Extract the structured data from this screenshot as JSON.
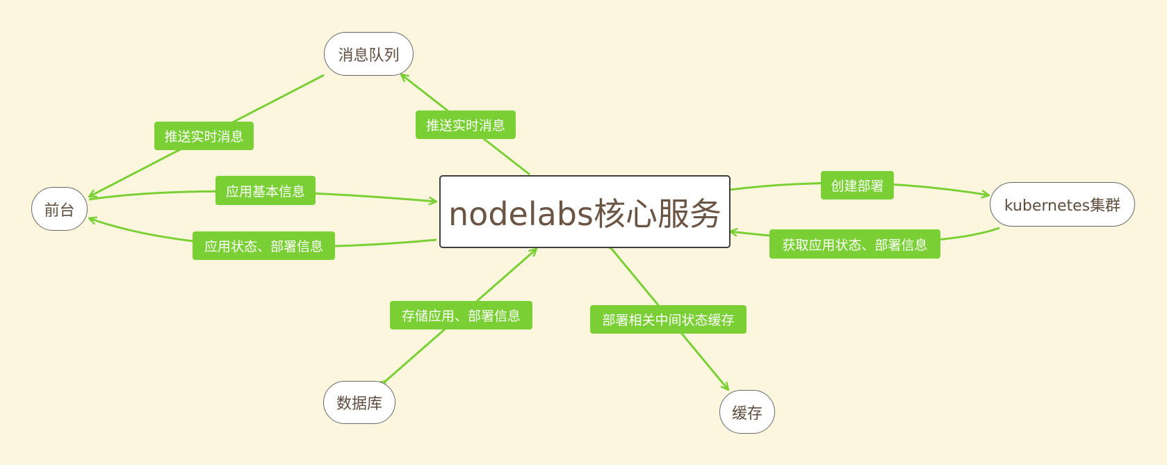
{
  "colors": {
    "background": "#fdf6df",
    "edge": "#79cf33",
    "label_bg": "#79cf33"
  },
  "nodes": {
    "central": "nodelabs核心服务",
    "message_queue": "消息队列",
    "frontend": "前台",
    "kubernetes": "kubernetes集群",
    "database": "数据库",
    "cache": "缓存"
  },
  "edge_labels": {
    "mq_to_frontend": "推送实时消息",
    "core_to_mq": "推送实时消息",
    "frontend_to_core": "应用基本信息",
    "core_to_frontend": "应用状态、部署信息",
    "core_to_k8s": "创建部署",
    "k8s_to_core": "获取应用状态、部署信息",
    "core_db": "存储应用、部署信息",
    "core_cache": "部署相关中间状态缓存"
  }
}
